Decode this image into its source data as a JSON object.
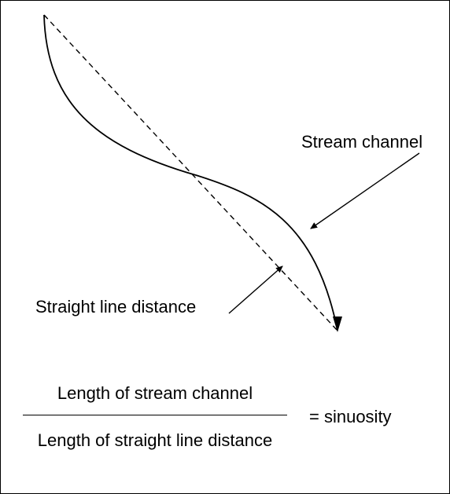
{
  "labels": {
    "stream_channel": "Stream channel",
    "straight_line_distance": "Straight line distance"
  },
  "formula": {
    "numerator": "Length of stream channel",
    "denominator": "Length of straight line distance",
    "result": "= sinuosity"
  },
  "colors": {
    "line": "#000000",
    "background": "#ffffff"
  }
}
